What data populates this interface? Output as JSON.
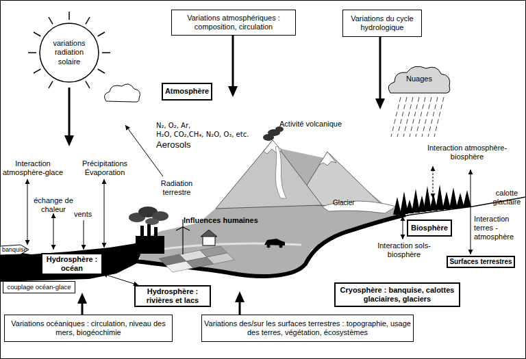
{
  "diagram": {
    "nodes": [
      {
        "text": [
          "variations radiation solaire"
        ]
      },
      {
        "text": [
          "Variations atmosphériques : composition, circulation"
        ]
      },
      {
        "text": [
          "Variations du cycle hydrologique"
        ]
      },
      {
        "text": [
          "Atmosphère"
        ]
      },
      {
        "text": [
          "Nuages"
        ]
      },
      {
        "text": [
          "Biosphère"
        ]
      },
      {
        "text": [
          "Hydrosphère : océan"
        ]
      },
      {
        "text": [
          "couplage océan-glace"
        ]
      },
      {
        "text": [
          "Surfaces terrestres"
        ]
      },
      {
        "text": [
          "Hydrosphère : rivières et lacs"
        ]
      },
      {
        "text": [
          "Cryosphère : banquise, calottes glaciaires, glaciers"
        ]
      },
      {
        "text": [
          "Variations océaniques : circulation, niveau des mers, biogéochimie"
        ]
      },
      {
        "text": [
          "Variations des/sur les surfaces terrestres : topographie, usage des terres, végétation, écosystèmes"
        ]
      }
    ],
    "edges": [
      {
        "from": 6,
        "to": 9,
        "arrow": "both"
      }
    ],
    "labels": [
      "N₂, O₂, Ar,",
      "H₂O, CO₂,CH₄, N₂O, O₃, etc.",
      "Aerosols",
      "Activité volcanique",
      "Interaction atmosphère-biosphère",
      "calotte glaciaire",
      "Interaction atmosphère-glace",
      "Précipitations Évaporation",
      "Radiation terrestre",
      "échange de chaleur",
      "vents",
      "Glacier",
      "Influences humaines",
      "Interaction terres - atmosphère",
      "banquise",
      "Interaction sols-biosphère"
    ]
  }
}
